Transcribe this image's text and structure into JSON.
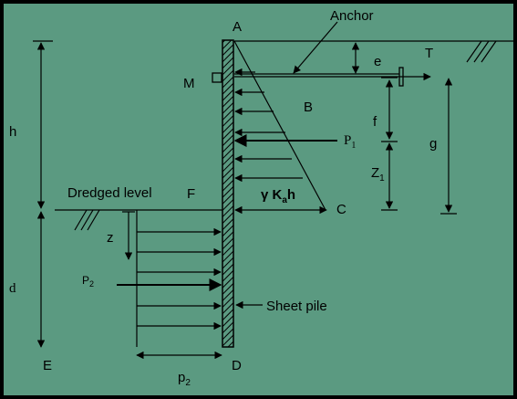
{
  "colors": {
    "background": "#5b9a81",
    "frame": "#000000",
    "lines": "#000000"
  },
  "labels": {
    "A": "A",
    "anchor": "Anchor",
    "e": "e",
    "T": "T",
    "M": "M",
    "B": "B",
    "h": "h",
    "f": "f",
    "P1_main": "P",
    "P1_sub": "1",
    "g": "g",
    "Z1_main": "Z",
    "Z1_sub": "1",
    "dredged_level": "Dredged level",
    "F": "F",
    "gamma_ka_h_gamma": "γ ",
    "gamma_ka_h_K": "K",
    "gamma_ka_h_a": "a",
    "gamma_ka_h_h": "h",
    "C": "C",
    "z": "z",
    "d": "d",
    "P2_main": "P",
    "P2_sub": "2",
    "sheet_pile": "Sheet pile",
    "E": "E",
    "D": "D",
    "p2_main": "p",
    "p2_sub": "2"
  }
}
